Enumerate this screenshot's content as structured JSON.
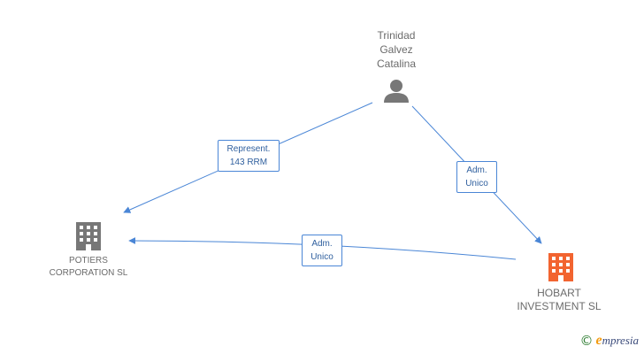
{
  "colors": {
    "edge": "#4a86d6",
    "person": "#777777",
    "company": "#777777",
    "company_highlight": "#f26430",
    "text": "#6b6b6b"
  },
  "nodes": {
    "person": {
      "lines": [
        "Trinidad",
        "Galvez",
        "Catalina"
      ],
      "icon": "person-icon"
    },
    "potiers": {
      "lines": [
        "POTIERS",
        "CORPORATION SL"
      ],
      "icon": "building-icon"
    },
    "hobart": {
      "lines": [
        "HOBART",
        "INVESTMENT SL"
      ],
      "icon": "building-icon"
    }
  },
  "edges": {
    "person_potiers": {
      "lines": [
        "Represent.",
        "143 RRM"
      ]
    },
    "person_hobart": {
      "lines": [
        "Adm.",
        "Unico"
      ]
    },
    "hobart_potiers": {
      "lines": [
        "Adm.",
        "Unico"
      ]
    }
  },
  "brand": {
    "copyright": "©",
    "first": "e",
    "rest": "mpresia"
  }
}
